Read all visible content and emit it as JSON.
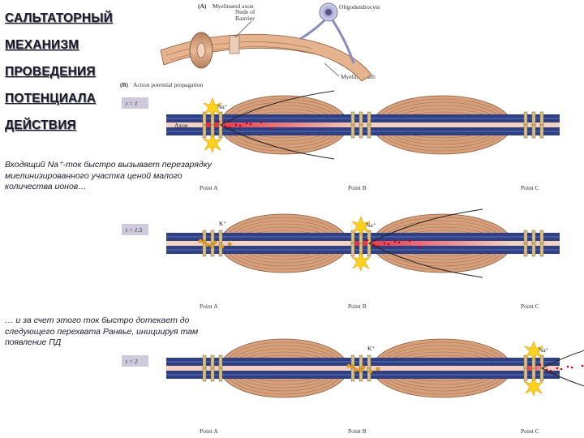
{
  "title_lines": [
    "САЛЬТАТОРНЫЙ",
    "МЕХАНИЗМ",
    "ПРОВЕДЕНИЯ",
    "ПОТЕНЦИАЛА",
    "ДЕЙСТВИЯ"
  ],
  "note1": "Входящий Na⁺-ток быстро вызывает перезарядку миелинизированного участка ценой малого количества ионов…",
  "note2": "… и за счет этого ток быстро дотекает до следующего перехвата Ранвье, инициируя там появление ПД",
  "figure": {
    "panel_a_label": "(A)",
    "myelinated_axon_label": "Myelinated axon",
    "node_label_1": "Node of",
    "node_label_2": "Ranvier",
    "oligodendrocyte_label": "Oligodendrocyte",
    "myelin_sheath_label": "Myelin sheath",
    "panel_b_label": "(B)",
    "ap_propagation_label": "Action potential propagation",
    "axon_label": "Axon",
    "na_label": "Na⁺",
    "k_label": "K⁺",
    "point_a": "Point A",
    "point_b": "Point B",
    "point_c": "Point C",
    "strips": [
      {
        "time_label": "t = 1",
        "active_node": 0
      },
      {
        "time_label": "t = 1.5",
        "active_node": 1
      },
      {
        "time_label": "t = 2",
        "active_node": 2
      }
    ]
  },
  "colors": {
    "membrane": "#2e3f85",
    "myelin": "#d7a07c",
    "axon": "#f3d3c0",
    "current": "#e0243a",
    "title_text": "#1a1a2e"
  }
}
